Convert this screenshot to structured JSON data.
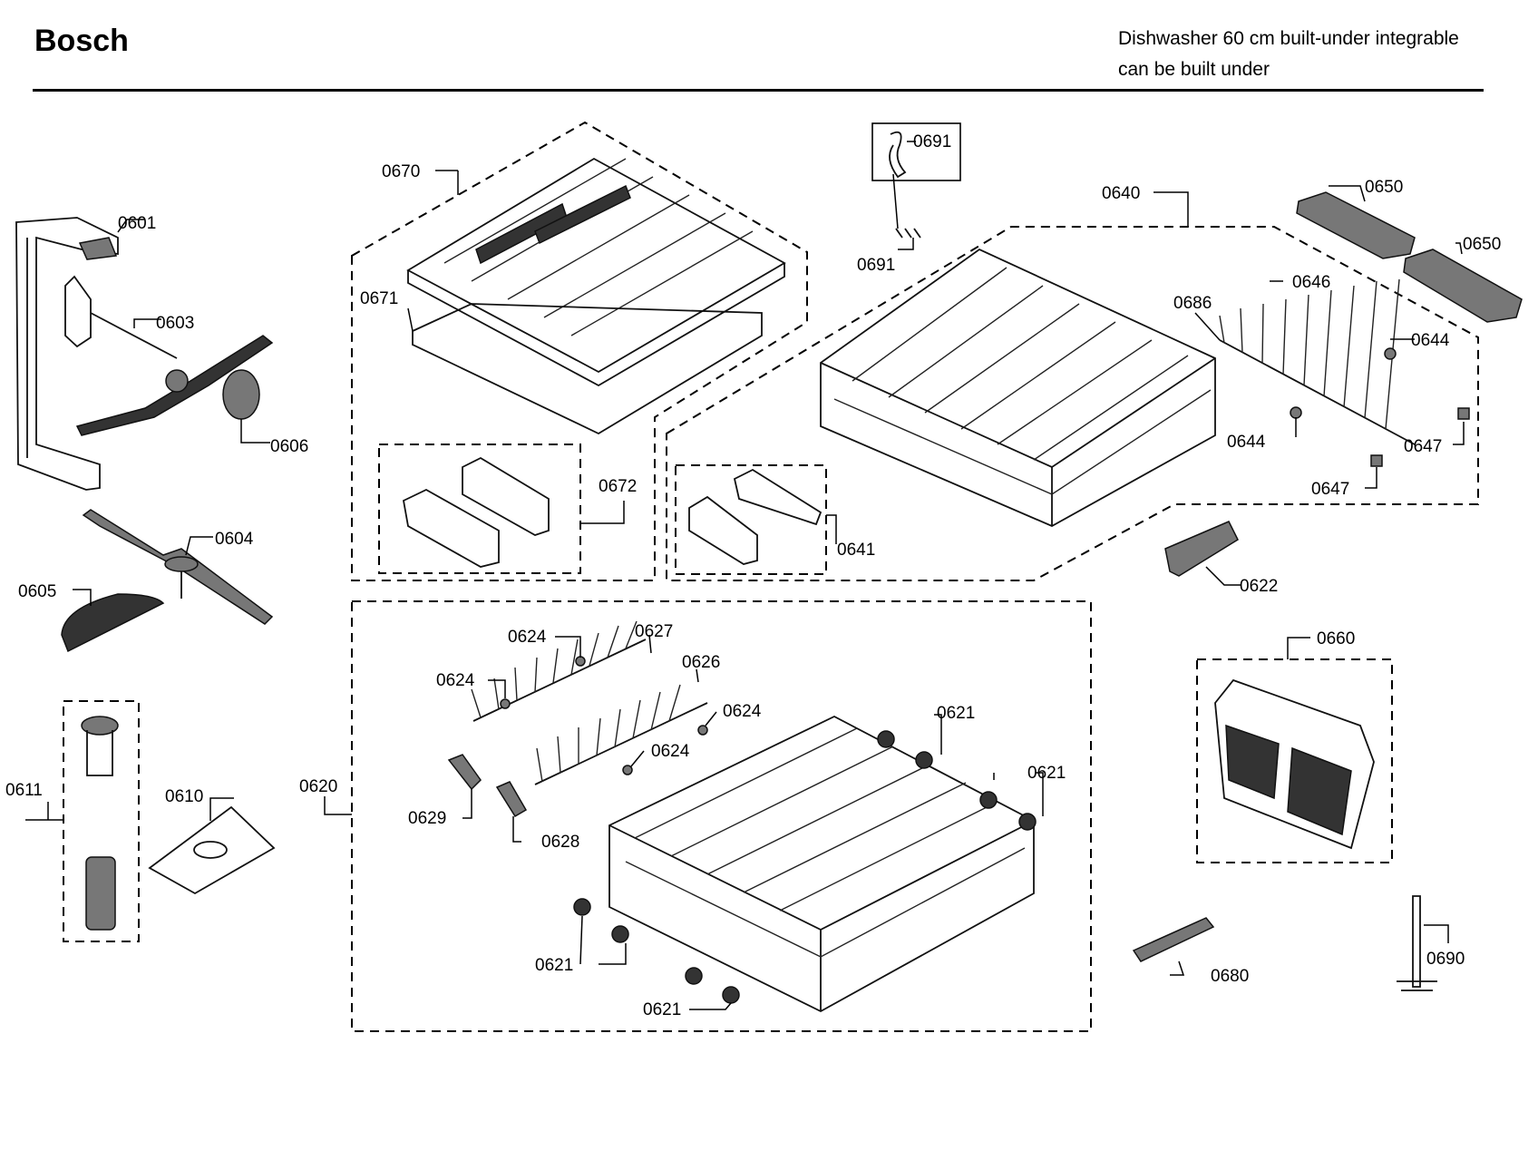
{
  "header": {
    "brand": "Bosch",
    "subtitle_line1": "Dishwasher 60 cm built-under integrable",
    "subtitle_line2": "can be built under"
  },
  "labels": {
    "p0601": "0601",
    "p0603": "0603",
    "p0606": "0606",
    "p0604": "0604",
    "p0605": "0605",
    "p0611": "0611",
    "p0610": "0610",
    "p0670": "0670",
    "p0671": "0671",
    "p0672": "0672",
    "p0691a": "0691",
    "p0691b": "0691",
    "p0640": "0640",
    "p0641": "0641",
    "p0686": "0686",
    "p0646": "0646",
    "p0650a": "0650",
    "p0650b": "0650",
    "p0644a": "0644",
    "p0644b": "0644",
    "p0647a": "0647",
    "p0647b": "0647",
    "p0622": "0622",
    "p0660": "0660",
    "p0620": "0620",
    "p0624a": "0624",
    "p0624b": "0624",
    "p0624c": "0624",
    "p0624d": "0624",
    "p0627": "0627",
    "p0626": "0626",
    "p0629": "0629",
    "p0628": "0628",
    "p0621a": "0621",
    "p0621b": "0621",
    "p0621c": "0621",
    "p0621d": "0621",
    "p0680": "0680",
    "p0690": "0690"
  }
}
